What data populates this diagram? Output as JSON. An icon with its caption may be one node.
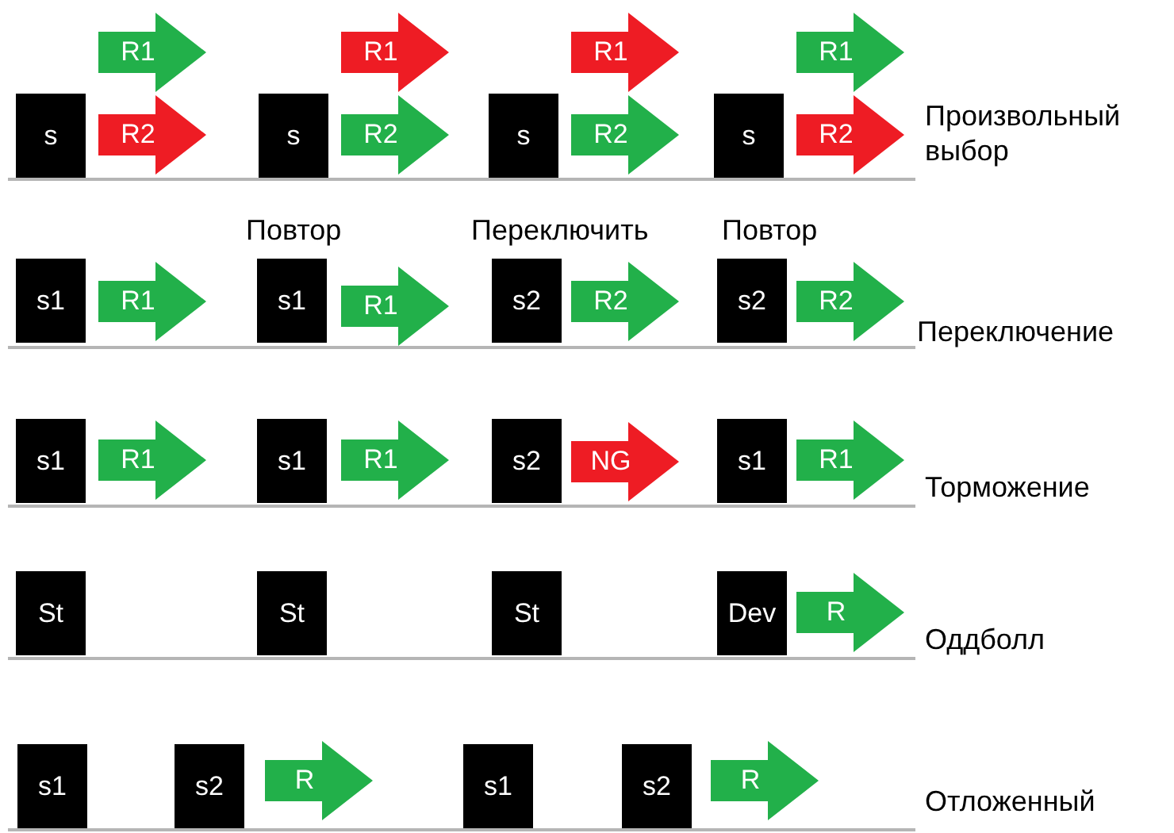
{
  "diagram": {
    "nodes": [
      {
        "text": [
          "s"
        ]
      },
      {
        "text": [
          "R1"
        ]
      },
      {
        "text": [
          "R2"
        ]
      },
      {
        "text": [
          "s"
        ]
      },
      {
        "text": [
          "R1"
        ]
      },
      {
        "text": [
          "R2"
        ]
      },
      {
        "text": [
          "s"
        ]
      },
      {
        "text": [
          "R1"
        ]
      },
      {
        "text": [
          "R2"
        ]
      },
      {
        "text": [
          "s"
        ]
      },
      {
        "text": [
          "R1"
        ]
      },
      {
        "text": [
          "R2"
        ]
      },
      {
        "text": [
          "s1"
        ]
      },
      {
        "text": [
          "R1"
        ]
      },
      {
        "text": [
          "s1"
        ]
      },
      {
        "text": [
          "R1"
        ]
      },
      {
        "text": [
          "s2"
        ]
      },
      {
        "text": [
          "R2"
        ]
      },
      {
        "text": [
          "s2"
        ]
      },
      {
        "text": [
          "R2"
        ]
      },
      {
        "text": [
          "s1"
        ]
      },
      {
        "text": [
          "R1"
        ]
      },
      {
        "text": [
          "s1"
        ]
      },
      {
        "text": [
          "R1"
        ]
      },
      {
        "text": [
          "s2"
        ]
      },
      {
        "text": [
          "NG"
        ]
      },
      {
        "text": [
          "s1"
        ]
      },
      {
        "text": [
          "R1"
        ]
      },
      {
        "text": [
          "St"
        ]
      },
      {
        "text": [
          "St"
        ]
      },
      {
        "text": [
          "St"
        ]
      },
      {
        "text": [
          "Dev"
        ]
      },
      {
        "text": [
          "R"
        ]
      },
      {
        "text": [
          "s1"
        ]
      },
      {
        "text": [
          "s2"
        ]
      },
      {
        "text": [
          "R"
        ]
      },
      {
        "text": [
          "s1"
        ]
      },
      {
        "text": [
          "s2"
        ]
      },
      {
        "text": [
          "R"
        ]
      }
    ],
    "labels": [
      "Произвольный выбор",
      "Повтор",
      "Переключить",
      "Повтор",
      "Переключение",
      "Торможение",
      "Оддболл",
      "Отложенный"
    ]
  }
}
